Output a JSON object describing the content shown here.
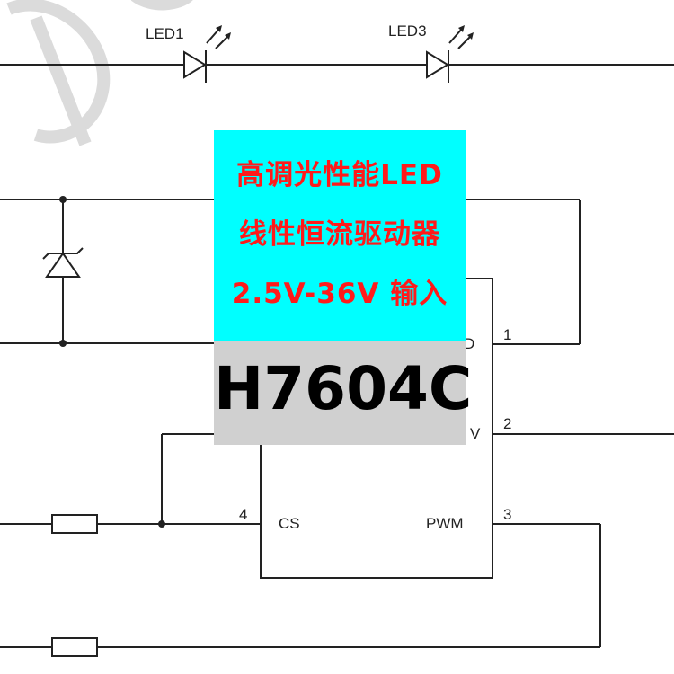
{
  "schematic": {
    "led_labels": [
      "LED1",
      "LED3"
    ],
    "pin_numbers": [
      "1",
      "2",
      "3",
      "4"
    ],
    "pin_names": {
      "pin1": "D",
      "pin2": "V",
      "pin3": "PWM",
      "pin4": "CS"
    }
  },
  "banner": {
    "line1": "高调光性能LED",
    "line2": "线性恒流驱动器",
    "line3": "2.5V-36V 输入",
    "bg_color": "#00ffff",
    "text_color": "#ff1a1a"
  },
  "model": {
    "name": "H7604C",
    "bg_color": "#d0d0d0"
  }
}
